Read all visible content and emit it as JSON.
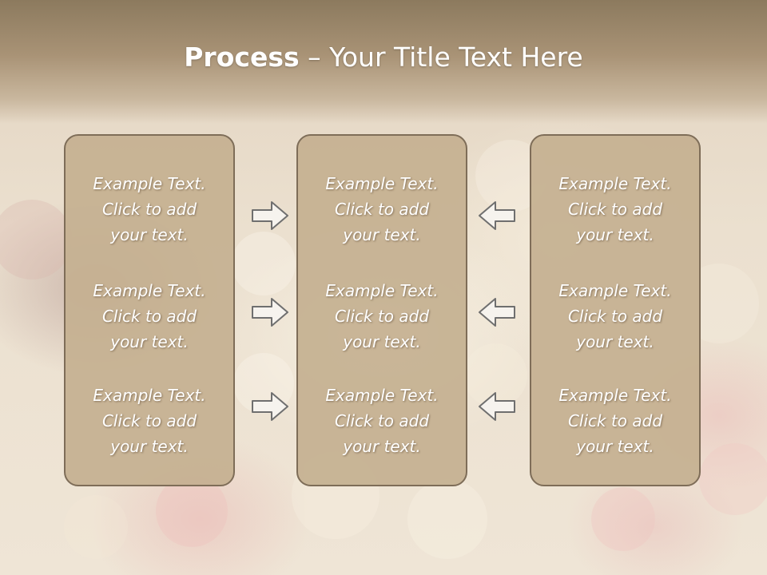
{
  "slide": {
    "title_bold": "Process",
    "title_rest": " – Your Title Text Here"
  },
  "columns": [
    {
      "items": [
        {
          "line1": "Example Text.",
          "line2": "Click  to add",
          "line3": "your text."
        },
        {
          "line1": "Example Text.",
          "line2": "Click  to add",
          "line3": "your text."
        },
        {
          "line1": "Example Text.",
          "line2": "Click  to add",
          "line3": "your text."
        }
      ]
    },
    {
      "items": [
        {
          "line1": "Example Text.",
          "line2": "Click  to add",
          "line3": "your text."
        },
        {
          "line1": "Example Text.",
          "line2": "Click  to add",
          "line3": "your text."
        },
        {
          "line1": "Example Text.",
          "line2": "Click  to add",
          "line3": "your text."
        }
      ]
    },
    {
      "items": [
        {
          "line1": "Example Text.",
          "line2": "Click  to add",
          "line3": "your text."
        },
        {
          "line1": "Example Text.",
          "line2": "Click  to add",
          "line3": "your text."
        },
        {
          "line1": "Example Text.",
          "line2": "Click  to add",
          "line3": "your text."
        }
      ]
    }
  ],
  "arrows": {
    "left_group": "arrow-right-icon",
    "right_group": "arrow-left-icon"
  },
  "colors": {
    "panel_fill": "#c4b090",
    "panel_border": "#7e6d58",
    "header": "#a99376",
    "text": "#ffffff"
  }
}
